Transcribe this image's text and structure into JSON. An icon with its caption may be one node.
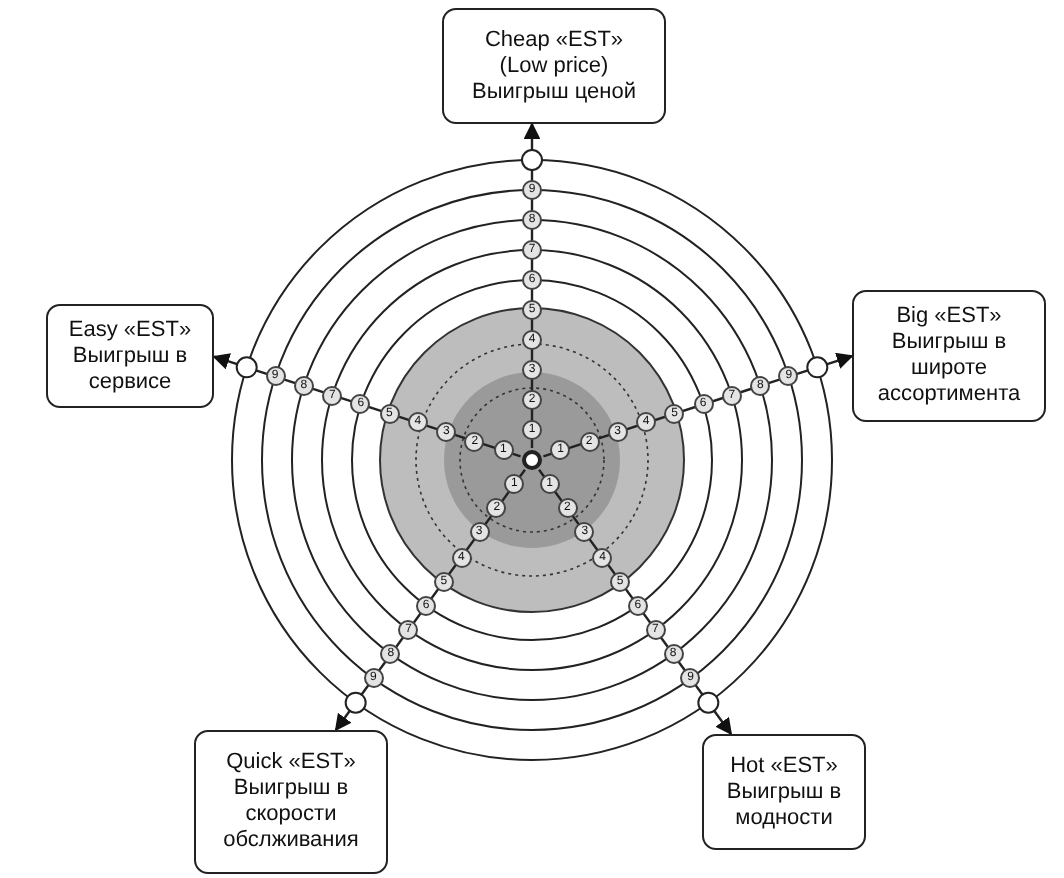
{
  "diagram": {
    "nodes": [
      {
        "text": [
          "Cheap «EST»",
          "(Low price)",
          "Выигрыш ценой"
        ]
      },
      {
        "text": [
          "Easy «EST»",
          "Выигрыш в сервисе"
        ]
      },
      {
        "text": [
          "Big «EST»",
          "Выигрыш в широте ассортимента"
        ]
      },
      {
        "text": [],
        "shape": "circle"
      },
      {
        "text": [
          "Quick «EST»",
          "Выигрыш в скорости обслживания"
        ]
      },
      {
        "text": [
          "Hot «EST»",
          "Выигрыш в модности"
        ]
      }
    ],
    "edges": [
      {
        "from": 3,
        "to": 0,
        "arrow": "to"
      },
      {
        "from": 3,
        "to": 2,
        "arrow": "to"
      },
      {
        "from": 3,
        "to": 5,
        "arrow": "to"
      },
      {
        "from": 3,
        "to": 4,
        "arrow": "to"
      },
      {
        "from": 3,
        "to": 1,
        "arrow": "to"
      }
    ],
    "labels": [
      "1",
      "2",
      "3",
      "4",
      "5",
      "6",
      "7",
      "8",
      "9",
      "1",
      "2",
      "3",
      "4",
      "5",
      "6",
      "7",
      "8",
      "9",
      "1",
      "2",
      "3",
      "4",
      "5",
      "6",
      "7",
      "8",
      "9",
      "1",
      "2",
      "3",
      "4",
      "5",
      "6",
      "7",
      "8",
      "9",
      "1",
      "2",
      "3",
      "4",
      "5",
      "6",
      "7",
      "8",
      "9"
    ]
  }
}
